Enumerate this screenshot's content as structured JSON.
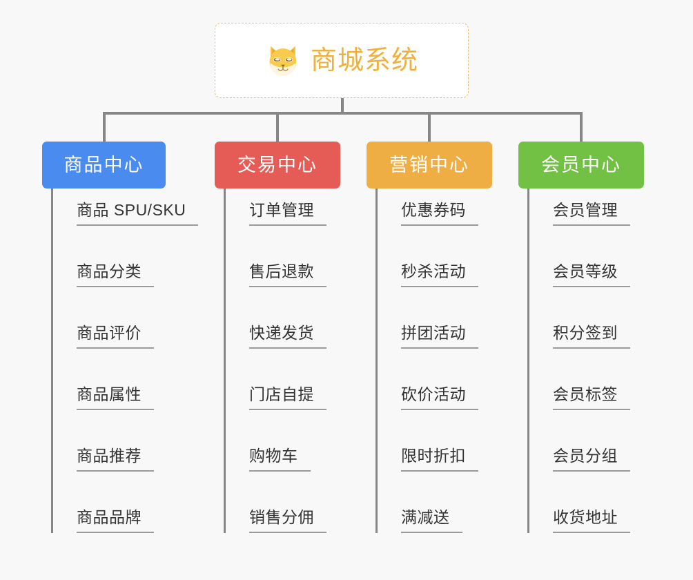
{
  "background_color": "#f8f8f8",
  "root": {
    "title": "商城系统",
    "icon": "shiba-dog-icon",
    "text_color": "#efb13c",
    "border_color": "#f0c070"
  },
  "connector_color": "#868686",
  "leaf_text_color": "#333333",
  "leaf_underline_color": "#9a9a9a",
  "categories": [
    {
      "label": "商品中心",
      "color": "#4a8bf0",
      "children": [
        {
          "label": "商品 SPU/SKU"
        },
        {
          "label": "商品分类"
        },
        {
          "label": "商品评价"
        },
        {
          "label": "商品属性"
        },
        {
          "label": "商品推荐"
        },
        {
          "label": "商品品牌"
        }
      ]
    },
    {
      "label": "交易中心",
      "color": "#e55c57",
      "children": [
        {
          "label": "订单管理"
        },
        {
          "label": "售后退款"
        },
        {
          "label": "快递发货"
        },
        {
          "label": "门店自提"
        },
        {
          "label": "购物车"
        },
        {
          "label": "销售分佣"
        }
      ]
    },
    {
      "label": "营销中心",
      "color": "#eeae44",
      "children": [
        {
          "label": "优惠券码"
        },
        {
          "label": "秒杀活动"
        },
        {
          "label": "拼团活动"
        },
        {
          "label": "砍价活动"
        },
        {
          "label": "限时折扣"
        },
        {
          "label": "满减送"
        }
      ]
    },
    {
      "label": "会员中心",
      "color": "#72c044",
      "children": [
        {
          "label": "会员管理"
        },
        {
          "label": "会员等级"
        },
        {
          "label": "积分签到"
        },
        {
          "label": "会员标签"
        },
        {
          "label": "会员分组"
        },
        {
          "label": "收货地址"
        }
      ]
    }
  ]
}
